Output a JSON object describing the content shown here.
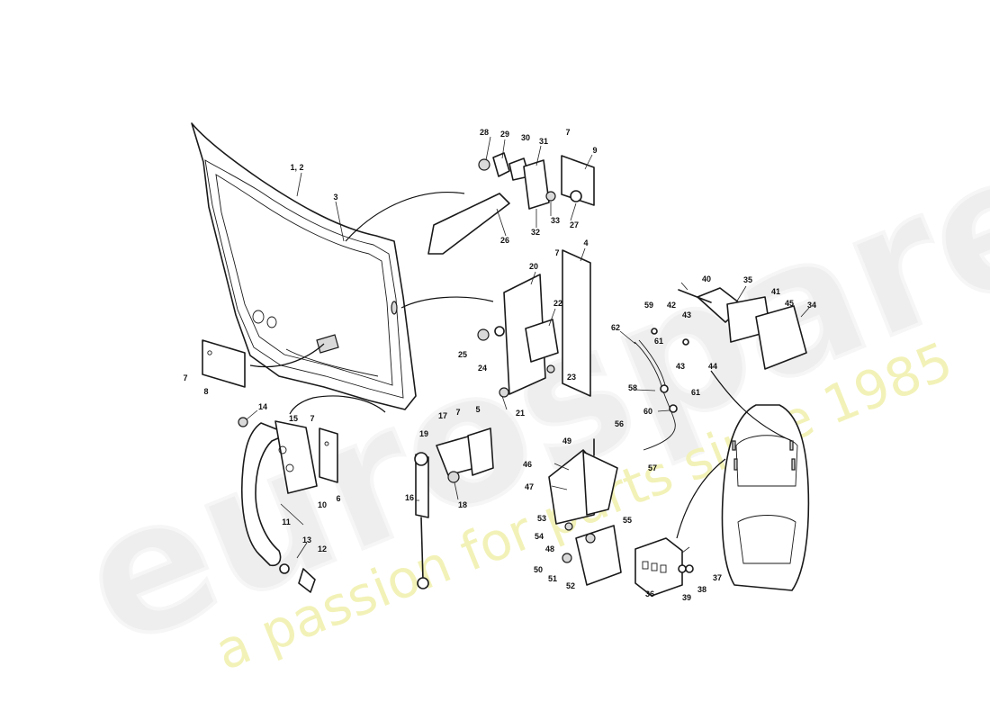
{
  "watermark": {
    "brand": "eurospares",
    "tagline": "a passion for parts since 1985"
  },
  "callouts": [
    {
      "id": "c-1-2",
      "text": "1, 2"
    },
    {
      "id": "c-3",
      "text": "3"
    },
    {
      "id": "c-4",
      "text": "4"
    },
    {
      "id": "c-5",
      "text": "5"
    },
    {
      "id": "c-6",
      "text": "6"
    },
    {
      "id": "c-7a",
      "text": "7"
    },
    {
      "id": "c-7b",
      "text": "7"
    },
    {
      "id": "c-7c",
      "text": "7"
    },
    {
      "id": "c-7d",
      "text": "7"
    },
    {
      "id": "c-7e",
      "text": "7"
    },
    {
      "id": "c-8",
      "text": "8"
    },
    {
      "id": "c-9",
      "text": "9"
    },
    {
      "id": "c-10",
      "text": "10"
    },
    {
      "id": "c-11",
      "text": "11"
    },
    {
      "id": "c-12",
      "text": "12"
    },
    {
      "id": "c-13",
      "text": "13"
    },
    {
      "id": "c-14",
      "text": "14"
    },
    {
      "id": "c-15",
      "text": "15"
    },
    {
      "id": "c-16",
      "text": "16"
    },
    {
      "id": "c-17",
      "text": "17"
    },
    {
      "id": "c-18",
      "text": "18"
    },
    {
      "id": "c-19",
      "text": "19"
    },
    {
      "id": "c-20",
      "text": "20"
    },
    {
      "id": "c-21",
      "text": "21"
    },
    {
      "id": "c-22",
      "text": "22"
    },
    {
      "id": "c-23",
      "text": "23"
    },
    {
      "id": "c-24",
      "text": "24"
    },
    {
      "id": "c-25",
      "text": "25"
    },
    {
      "id": "c-26",
      "text": "26"
    },
    {
      "id": "c-27",
      "text": "27"
    },
    {
      "id": "c-28",
      "text": "28"
    },
    {
      "id": "c-29",
      "text": "29"
    },
    {
      "id": "c-30",
      "text": "30"
    },
    {
      "id": "c-31",
      "text": "31"
    },
    {
      "id": "c-32",
      "text": "32"
    },
    {
      "id": "c-33",
      "text": "33"
    },
    {
      "id": "c-34",
      "text": "34"
    },
    {
      "id": "c-35",
      "text": "35"
    },
    {
      "id": "c-36",
      "text": "36"
    },
    {
      "id": "c-37",
      "text": "37"
    },
    {
      "id": "c-38",
      "text": "38"
    },
    {
      "id": "c-39",
      "text": "39"
    },
    {
      "id": "c-40",
      "text": "40"
    },
    {
      "id": "c-41",
      "text": "41"
    },
    {
      "id": "c-42",
      "text": "42"
    },
    {
      "id": "c-43a",
      "text": "43"
    },
    {
      "id": "c-43b",
      "text": "43"
    },
    {
      "id": "c-44",
      "text": "44"
    },
    {
      "id": "c-45",
      "text": "45"
    },
    {
      "id": "c-46",
      "text": "46"
    },
    {
      "id": "c-47",
      "text": "47"
    },
    {
      "id": "c-48",
      "text": "48"
    },
    {
      "id": "c-49",
      "text": "49"
    },
    {
      "id": "c-50",
      "text": "50"
    },
    {
      "id": "c-51",
      "text": "51"
    },
    {
      "id": "c-52",
      "text": "52"
    },
    {
      "id": "c-53",
      "text": "53"
    },
    {
      "id": "c-54",
      "text": "54"
    },
    {
      "id": "c-55",
      "text": "55"
    },
    {
      "id": "c-56",
      "text": "56"
    },
    {
      "id": "c-57",
      "text": "57"
    },
    {
      "id": "c-58",
      "text": "58"
    },
    {
      "id": "c-59",
      "text": "59"
    },
    {
      "id": "c-60",
      "text": "60"
    },
    {
      "id": "c-61a",
      "text": "61"
    },
    {
      "id": "c-61b",
      "text": "61"
    },
    {
      "id": "c-62",
      "text": "62"
    }
  ]
}
